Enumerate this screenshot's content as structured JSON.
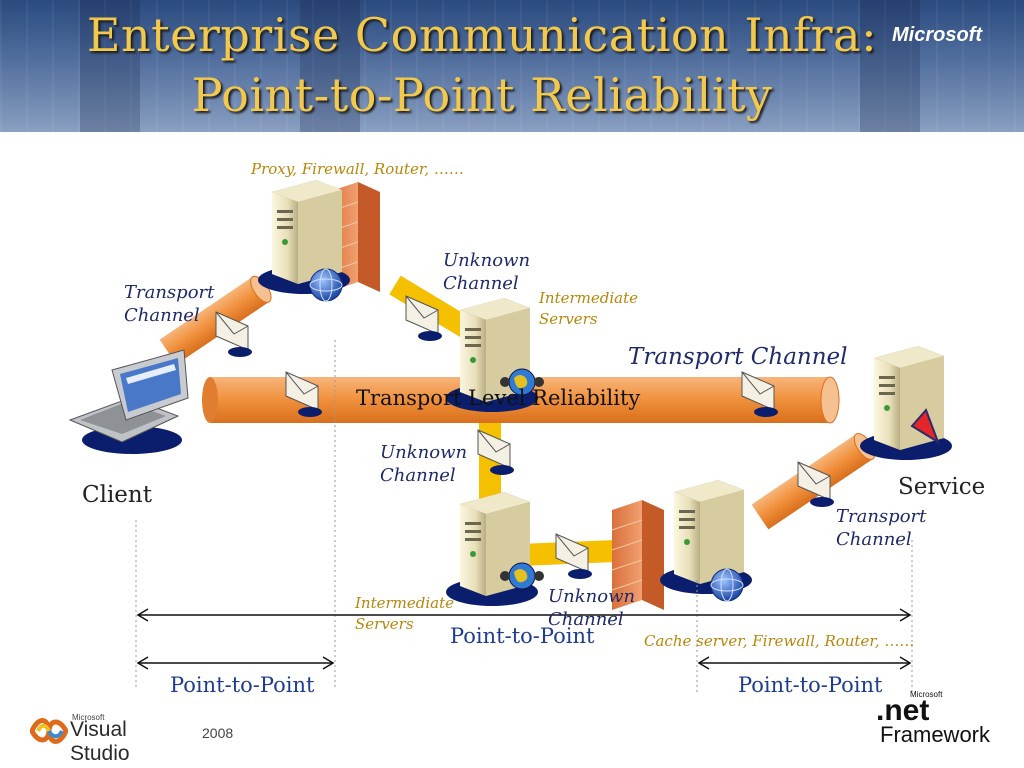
{
  "slide": {
    "title_line1": "Enterprise Communication Infra:",
    "title_line2": "Point-to-Point Reliability",
    "brand": "Microsoft"
  },
  "diagram": {
    "proxy_label": "Proxy, Firewall, Router, ……",
    "transport_channel_left": "Transport\nChannel",
    "unknown_channel_top": "Unknown\nChannel",
    "intermediate_servers_top": "Intermediate\nServers",
    "transport_channel_main": "Transport Channel",
    "reliability_label": "Transport Level Reliability",
    "unknown_channel_mid": "Unknown\nChannel",
    "client_label": "Client",
    "service_label": "Service",
    "transport_channel_right": "Transport\nChannel",
    "intermediate_servers_bottom": "Intermediate\nServers",
    "unknown_channel_bottom": "Unknown\nChannel",
    "point_to_point_center": "Point-to-Point",
    "cache_label": "Cache server, Firewall, Router, ……",
    "point_to_point_left": "Point-to-Point",
    "point_to_point_right": "Point-to-Point"
  },
  "footer": {
    "vs_ms": "Microsoft",
    "vs_name": "Visual Studio",
    "vs_year": "2008",
    "net_ms": "Microsoft",
    "net_name": ".net",
    "net_framework": "Framework"
  },
  "colors": {
    "pipe": "#f0903c",
    "link": "#f5c000",
    "title": "#f2c94c",
    "label_navy": "#1f2a6b",
    "label_gold": "#b8860b"
  }
}
